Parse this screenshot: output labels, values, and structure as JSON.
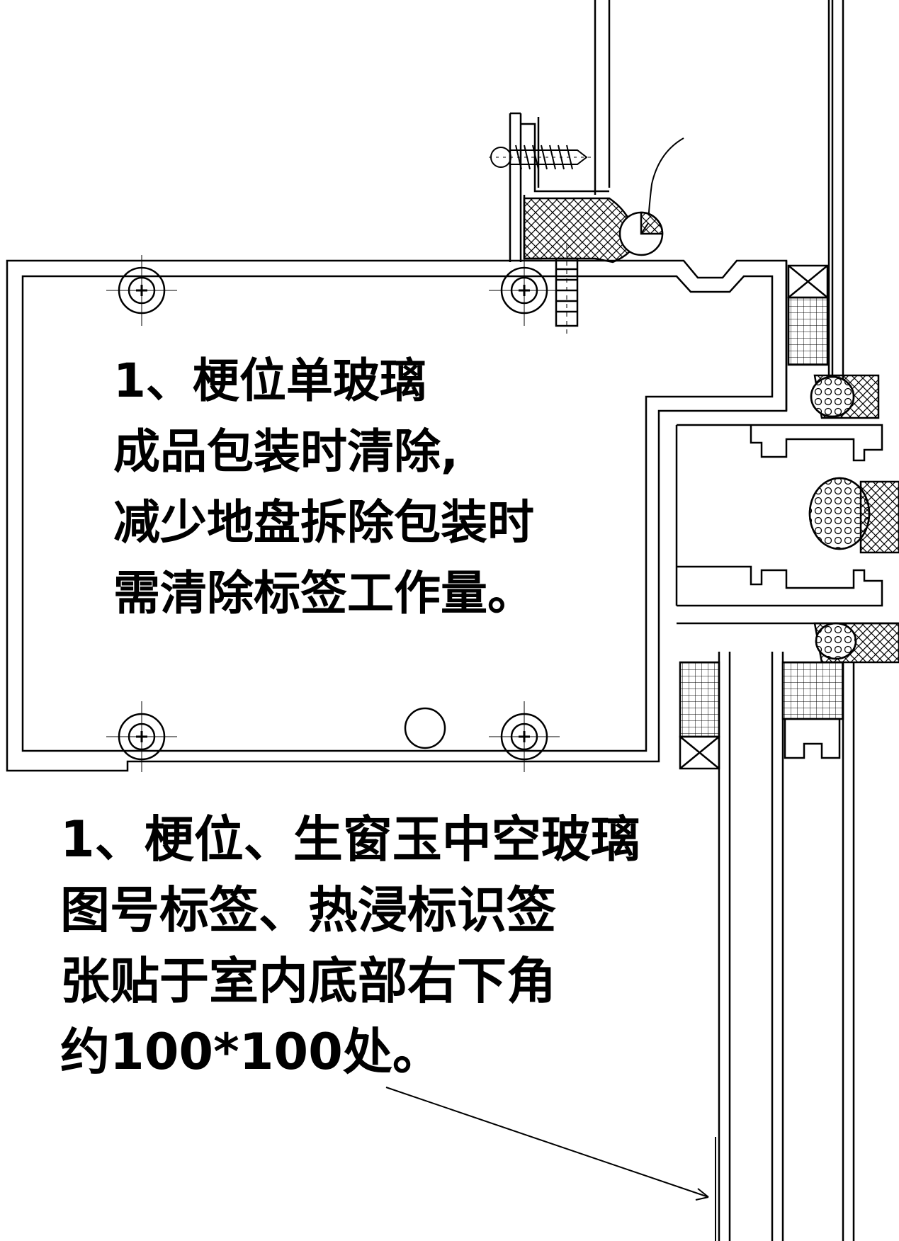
{
  "note_single_glass": {
    "line1": "1、梗位单玻璃",
    "line2": " 成品包装时清除,",
    "line3": "减少地盘拆除包装时",
    "line4": "需清除标签工作量。"
  },
  "note_insulated_glass": {
    "line1": "1、梗位、生窗玉中空玻璃",
    "line2": " 图号标签、热浸标识签",
    "line3": " 张贴于室内底部右下角",
    "line4": " 约100*100处。"
  },
  "colors": {
    "line": "#000000",
    "background": "#ffffff"
  }
}
